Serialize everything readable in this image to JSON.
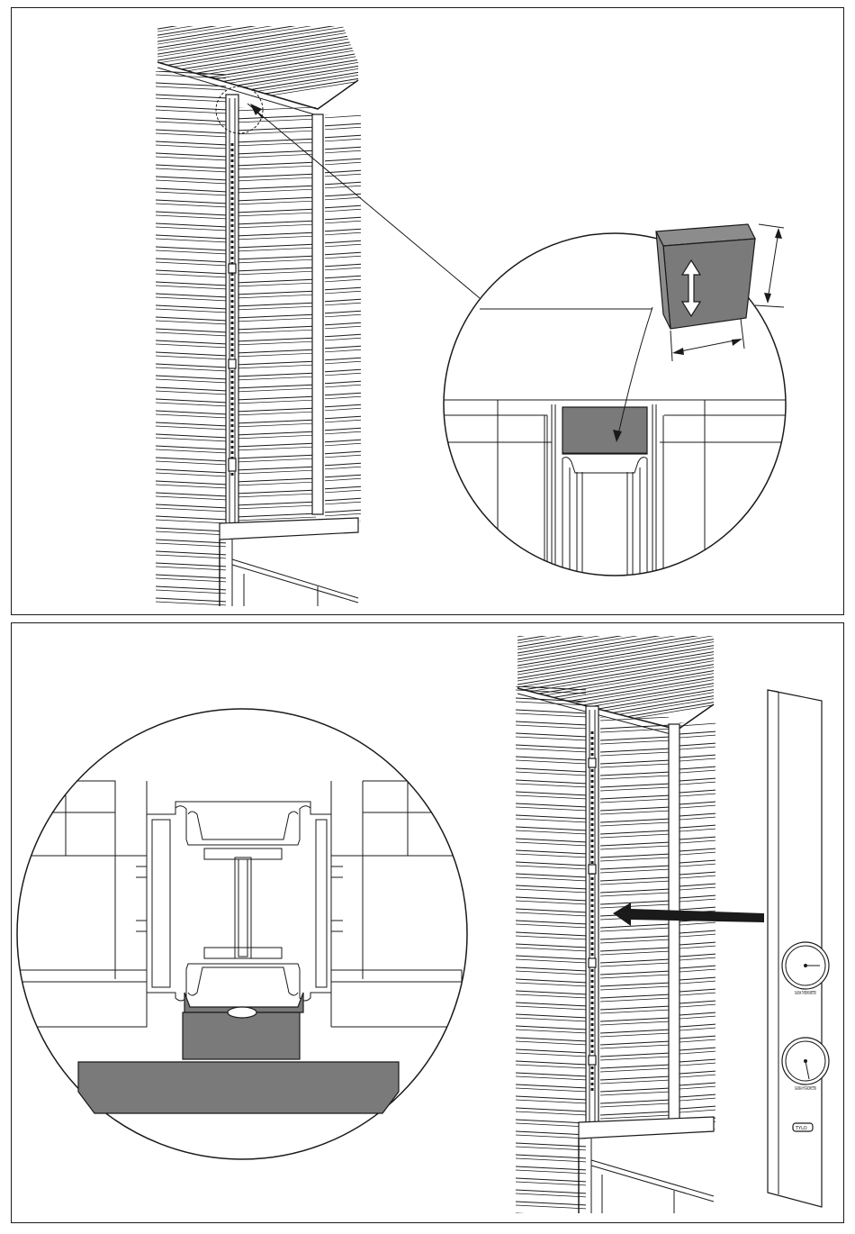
{
  "figure": {
    "top_panel": {
      "description_icons": [
        "wall-panel-illustration",
        "magnifier-circle",
        "gray-block-part",
        "height-adjust-arrow"
      ]
    },
    "bottom_panel": {
      "description_icons": [
        "profile-cross-section",
        "wall-panel-illustration",
        "insert-arrow",
        "thermo-hygrometer-strip"
      ]
    },
    "colors": {
      "line": "#1a1a1a",
      "part_fill": "#7a7a7a",
      "background": "#ffffff"
    }
  },
  "meters": {
    "upper_label": "SAUNA THERMOMETER",
    "lower_label": "SAUNA HYGROMETER",
    "badge": "TYLO"
  }
}
